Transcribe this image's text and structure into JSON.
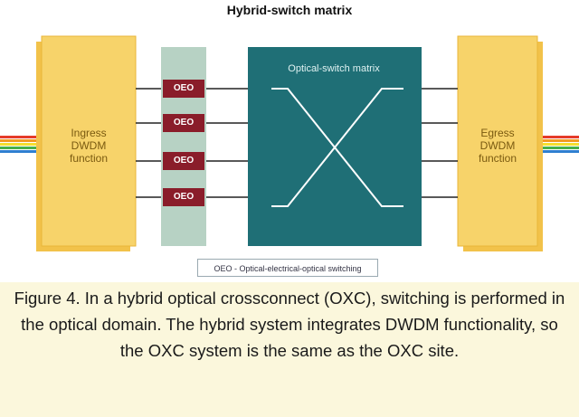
{
  "diagram": {
    "title": "Hybrid-switch matrix",
    "ingress_label": "Ingress\nDWDM\nfunction",
    "egress_label": "Egress\nDWDM\nfunction",
    "core_title": "Optical-switch matrix",
    "oeo_labels": [
      "OEO",
      "OEO",
      "OEO",
      "OEO"
    ],
    "legend": "OEO - Optical-electrical-optical switching"
  },
  "caption": "Figure 4. In a hybrid optical crossconnect (OXC), switching is performed in the optical domain. The hybrid system integrates DWDM functionality, so the OXC system is the same as the OXC site.",
  "colors": {
    "dwdm_box": "#f7d36a",
    "dwdm_shadow": "#f2c24a",
    "oeo_strip": "#b7d2c4",
    "oeo_box": "#8a1d2a",
    "switch_core": "#1f6f76",
    "caption_band": "#fbf7dc",
    "spectrum": [
      "#e53b2a",
      "#f39c22",
      "#f6de2e",
      "#48b04a",
      "#2f7fd0"
    ]
  }
}
